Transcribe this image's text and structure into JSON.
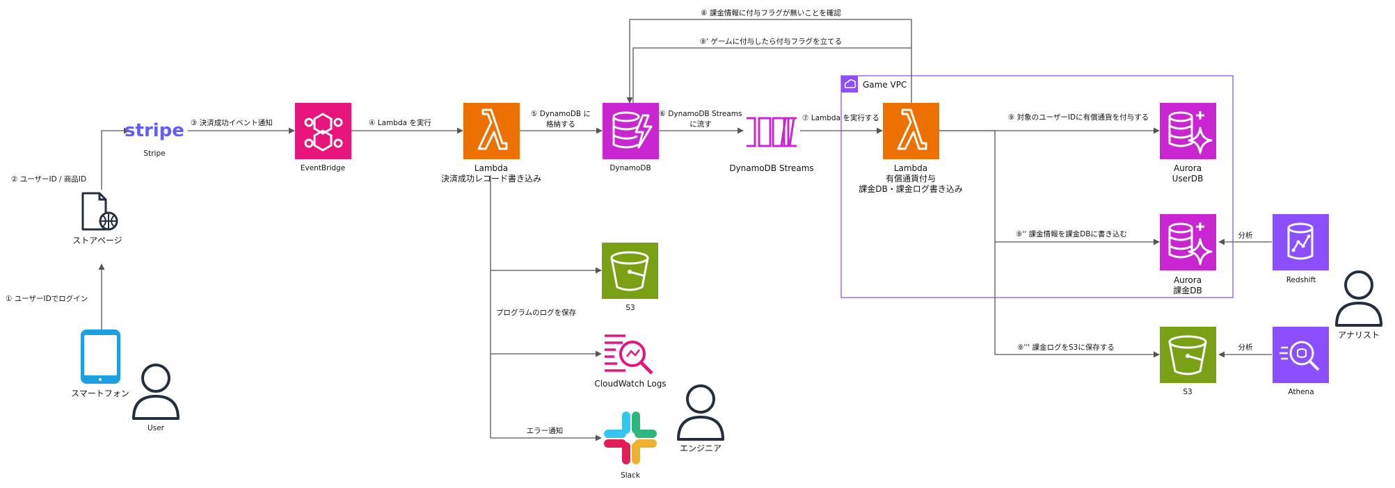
{
  "nodes": {
    "smartphone": "スマートフォン",
    "user": "User",
    "storepage": "ストアページ",
    "stripe_logo": "stripe",
    "stripe": "Stripe",
    "eventbridge": "EventBridge",
    "lambda1_line1": "Lambda",
    "lambda1_line2": "決済成功レコード書き込み",
    "dynamodb": "DynamoDB",
    "streams": "DynamoDB Streams",
    "lambda2_line1": "Lambda",
    "lambda2_line2": "有償通貨付与",
    "lambda2_line3": "課金DB・課金ログ書き込み",
    "aurora_user_line1": "Aurora",
    "aurora_user_line2": "UserDB",
    "aurora_billing_line1": "Aurora",
    "aurora_billing_line2": "課金DB",
    "redshift": "Redshift",
    "analyst": "アナリスト",
    "s3_billing": "S3",
    "athena": "Athena",
    "s3_logs": "S3",
    "cloudwatch": "CloudWatch Logs",
    "slack": "Slack",
    "engineer": "エンジニア",
    "vpc": "Game VPC"
  },
  "edges": {
    "e1": "① ユーザーIDでログイン",
    "e2": "② ユーザーID / 商品ID",
    "e3": "③ 決済成功イベント通知",
    "e4": "④ Lambda を実行",
    "e5a": "⑤ DynamoDB に",
    "e5b": "格納する",
    "e6a": "⑥ DynamoDB Streams",
    "e6b": "に流す",
    "e7": "⑦ Lambda を実行する",
    "e8": "⑧ 課金情報に付与フラグが無いことを確認",
    "e9": "⑨ 対象のユーザーIDに有償通貨を付与する",
    "e9p": "⑨' ゲームに付与したら付与フラグを立てる",
    "e9pp": "⑨'' 課金情報を課金DBに書き込む",
    "e9ppp": "⑨''' 課金ログをS3に保存する",
    "log": "プログラムのログを保存",
    "err": "エラー通知",
    "an1": "分析",
    "an2": "分析"
  },
  "colors": {
    "compute": "#ed7100",
    "database": "#c925d1",
    "integration": "#e7157b",
    "storage": "#7aa116",
    "analytics": "#8c4fff",
    "phone": "#1ba1e2",
    "stripe": "#635bff",
    "edge": "#555555"
  },
  "icons": {
    "phone": "smartphone-icon",
    "doc": "web-document-icon",
    "lambda": "lambda-icon",
    "dynamodb": "dynamodb-icon",
    "streams": "kinesis-streams-icon",
    "eventbridge": "eventbridge-icon",
    "aurora": "aurora-icon",
    "s3": "s3-bucket-icon",
    "redshift": "redshift-icon",
    "athena": "athena-icon",
    "cloudwatch": "cloudwatch-logs-icon",
    "slack": "slack-icon",
    "person": "person-icon"
  }
}
